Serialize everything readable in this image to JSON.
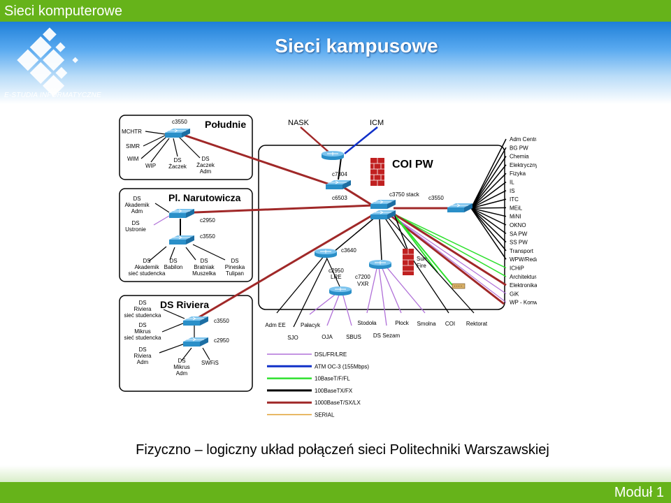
{
  "header": {
    "course": "Sieci komputerowe",
    "title": "Sieci kampusowe",
    "logo_text": "E-STUDIA INFORMATYCZNE"
  },
  "footer": {
    "module": "Moduł 1"
  },
  "caption": "Fizyczno – logiczny układ połączeń sieci Politechniki Warszawskiej",
  "diagram": {
    "areas": {
      "poludnie": "Południe",
      "narutowicza": "Pl. Narutowicza",
      "riviera": "DS Riviera",
      "coi": "COI PW"
    },
    "external": {
      "nask": "NASK",
      "icm": "ICM"
    },
    "devices": {
      "pol_switch": "c3550",
      "nar_switch1": "c2950",
      "nar_switch2": "c3550",
      "riv_switch1": "c3550",
      "riv_switch2": "c2950",
      "c7304": "c7304",
      "c6503": "c6503",
      "stack": "c3750 stack",
      "coi_switch": "c3550",
      "c3640": "c3640",
      "c2950lre_1": "c2950",
      "c2950lre_2": "LRE",
      "c7200_1": "c7200",
      "c7200_2": "VXR",
      "sunfire_1": "Sun",
      "sunfire_2": "Fire"
    },
    "poludnie_nodes": [
      "MCHTR",
      "SIMR",
      "WIM",
      "WIP"
    ],
    "poludnie_ds_zaczek": [
      "DS",
      "Żaczek"
    ],
    "poludnie_ds_zaczek_adm": [
      "DS",
      "Żaczek",
      "Adm"
    ],
    "nar_ds_akademik_adm": [
      "DS",
      "Akademik",
      "Adm"
    ],
    "nar_ds_ustronie": [
      "DS",
      "Ustronie"
    ],
    "nar_ds_akademik_siec": [
      "DS",
      "Akademik",
      "sieć studencka"
    ],
    "nar_ds_babilon": [
      "DS",
      "Babilon"
    ],
    "nar_ds_bratniak": [
      "DS",
      "Bratniak",
      "Muszelka"
    ],
    "nar_ds_pineska": [
      "DS",
      "Pineska",
      "Tulipan"
    ],
    "riv_ds_riviera_siec": [
      "DS",
      "Riviera",
      "sieć studencka"
    ],
    "riv_ds_mikrus_siec": [
      "DS",
      "Mikrus",
      "sieć studencka"
    ],
    "riv_ds_riviera_adm": [
      "DS",
      "Riviera",
      "Adm"
    ],
    "riv_ds_mikrus_adm": [
      "DS",
      "Mikrus",
      "Adm"
    ],
    "riv_swfis": "SWFiS",
    "coi_right_nodes": [
      "Adm Centralna/KNS",
      "BG PW",
      "Chemia",
      "Elektryczny",
      "Fizyka",
      "IL",
      "IS",
      "ITC",
      "MEiL",
      "MiNI",
      "OKNO",
      "SA PW",
      "SS PW",
      "Transport",
      "WPW/Redakcja",
      "ICHiP",
      "Architektura",
      "Elektronika",
      "GiK",
      "WP - Konwiktorska"
    ],
    "coi_bottom_nodes": [
      "Adm EE",
      "SJO",
      "Pałacyk",
      "OJA",
      "SBUS",
      "Stodoła",
      "DS Sezam",
      "Płock",
      "Smolna",
      "COI",
      "Rektorat"
    ],
    "legend": [
      "DSL/FR/LRE",
      "ATM OC-3 (155Mbps)",
      "10BaseT/F/FL",
      "100BaseTX/FX",
      "1000BaseT/SX/LX",
      "SERIAL"
    ],
    "colors": {
      "dsl": "#b070d8",
      "atm": "#1030c8",
      "base10": "#2ee02e",
      "base100": "#000000",
      "base1000": "#a02828",
      "serial": "#e0a030",
      "device": "#2a8fc8",
      "firewall": "#c02020"
    }
  }
}
